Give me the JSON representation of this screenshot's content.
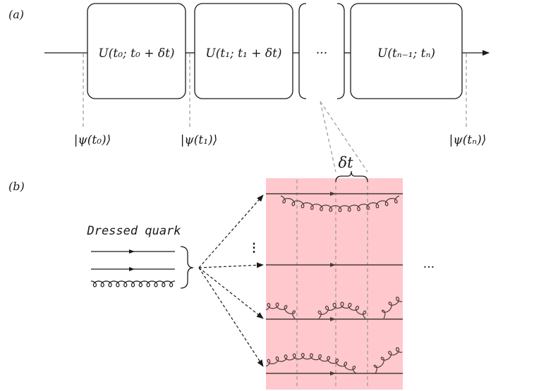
{
  "panel_a": {
    "label": "(a)",
    "boxes": [
      {
        "text": "U(t₀; t₀ + δt)"
      },
      {
        "text": "U(t₁; t₁ + δt)"
      },
      {
        "text": "···"
      },
      {
        "text": "U(tₙ₋₁; tₙ)"
      }
    ],
    "states": [
      "|ψ(t₀)⟩",
      "|ψ(t₁)⟩",
      "|ψ(tₙ)⟩"
    ]
  },
  "panel_b": {
    "label": "(b)",
    "dressed_quark_label": "Dressed quark",
    "delta_t_label": "δt",
    "vertical_dots": "⋮",
    "ellipsis": "···",
    "colors": {
      "band": "#ffc8cc",
      "propagator": "#4a3b3b"
    }
  }
}
